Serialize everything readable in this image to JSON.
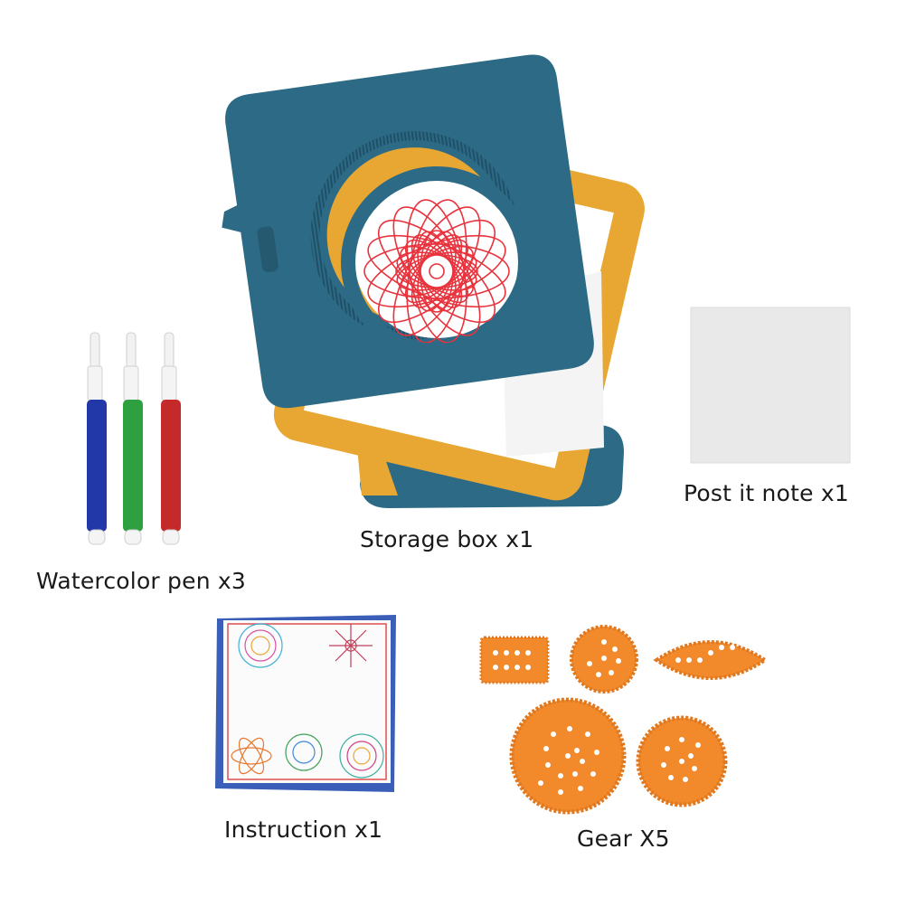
{
  "items": [
    {
      "id": "storage_box",
      "label": "Storage box x1"
    },
    {
      "id": "post_it_note",
      "label": "Post it note x1"
    },
    {
      "id": "watercolor_pen",
      "label": "Watercolor pen x3"
    },
    {
      "id": "instruction",
      "label": "Instruction x1"
    },
    {
      "id": "gear",
      "label": "Gear X5"
    }
  ],
  "colors": {
    "box_teal": "#2c6a85",
    "box_orange": "#e8a632",
    "gear_orange": "#f28a2c",
    "pen_blue": "#2238a8",
    "pen_green": "#2fa040",
    "pen_red": "#c42a2a",
    "spiro_red": "#e8333d",
    "postit_gray": "#e9e9e9"
  },
  "icons": [
    "storage-box-image",
    "post-it-note-image",
    "watercolor-pen-image",
    "instruction-sheet-image",
    "gear-set-image"
  ]
}
